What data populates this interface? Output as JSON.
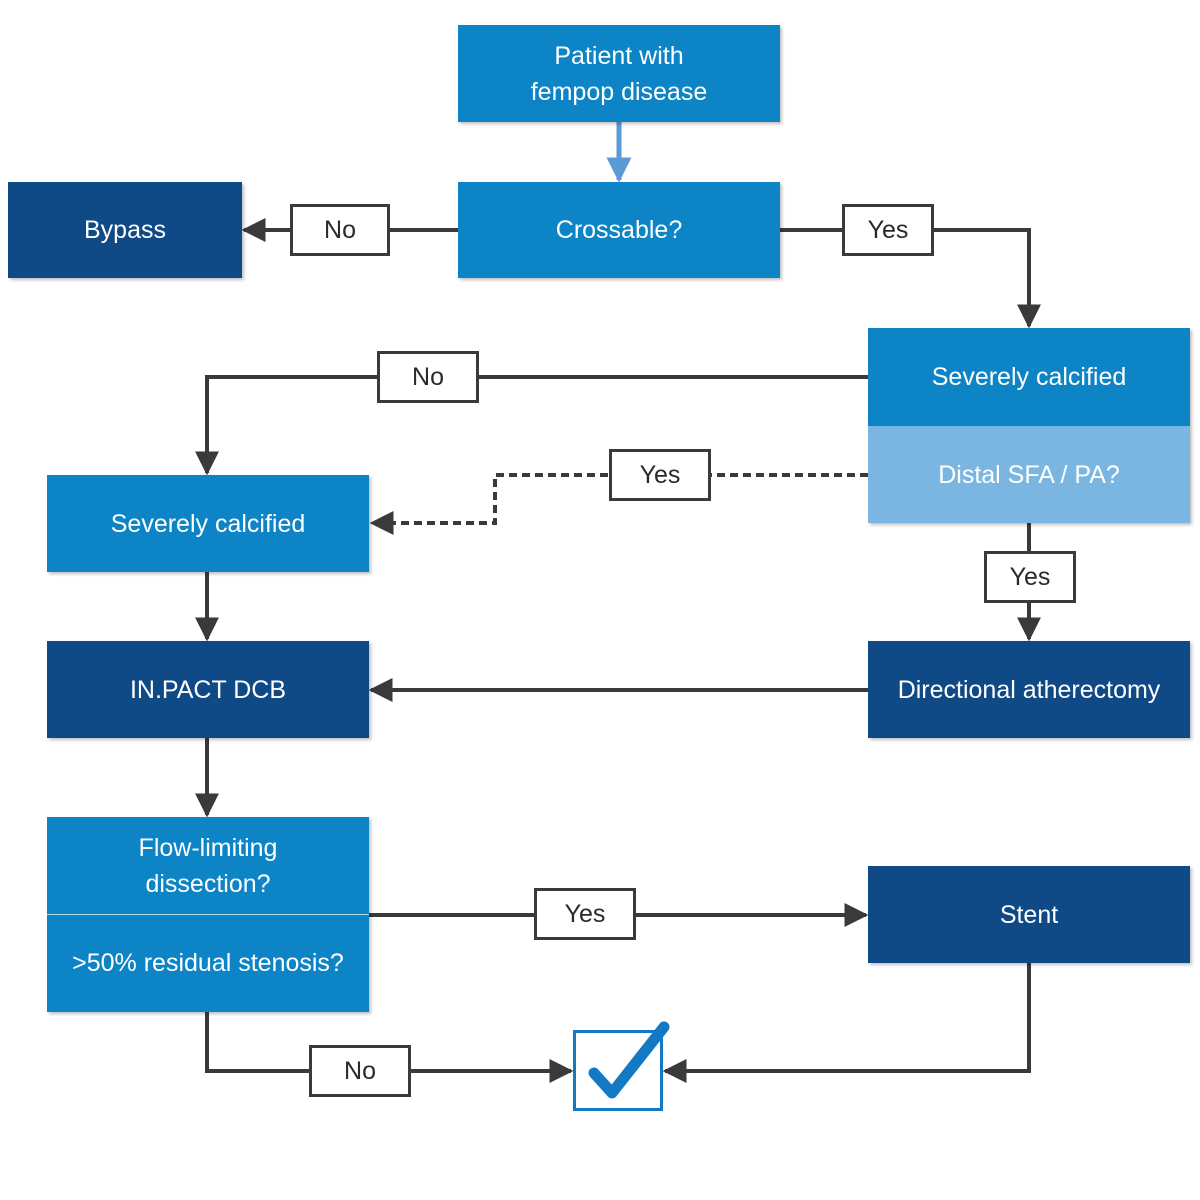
{
  "nodes": {
    "patient": "Patient with\nfempop disease",
    "crossable": "Crossable?",
    "bypass": "Bypass",
    "severely_calcified_right": "Severely calcified",
    "distal_sfa_pa": "Distal SFA / PA?",
    "severely_calcified_left": "Severely calcified",
    "inpact_dcb": "IN.PACT DCB",
    "directional_atherectomy": "Directional atherectomy",
    "flow_limiting": "Flow-limiting\ndissection?",
    "residual_stenosis": ">50% residual stenosis?",
    "stent": "Stent"
  },
  "edge_labels": {
    "crossable_no": "No",
    "crossable_yes": "Yes",
    "calcified_no": "No",
    "distal_yes_dashed": "Yes",
    "distal_yes_down": "Yes",
    "dissection_yes": "Yes",
    "dissection_no": "No"
  },
  "colors": {
    "mid_blue": "#0c84c6",
    "dark_blue": "#0f4a86",
    "light_blue": "#7ab6e1",
    "connector": "#3a3a3a",
    "arrow_blue": "#5b9bd5",
    "check": "#1479c4"
  },
  "icons": {
    "success": "checkmark-icon"
  }
}
